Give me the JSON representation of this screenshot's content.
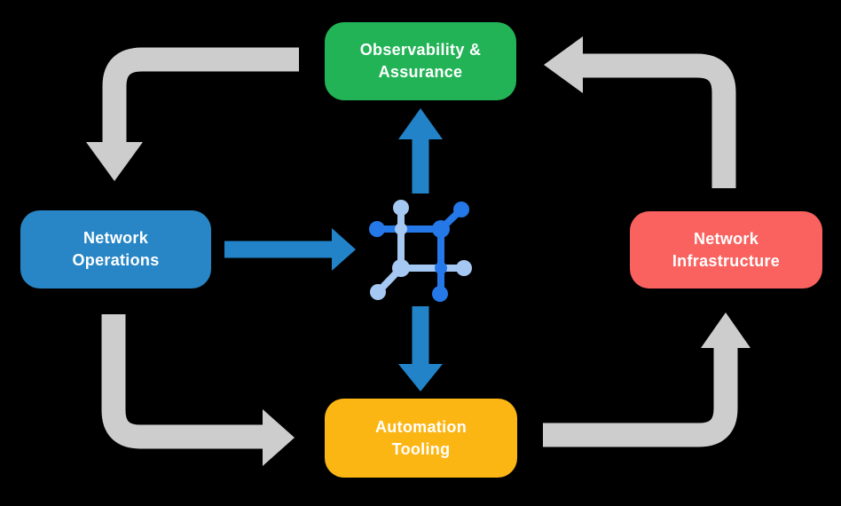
{
  "diagram": {
    "nodes": {
      "observability": {
        "label_line1": "Observability &",
        "label_line2": "Assurance",
        "color": "#22b357"
      },
      "operations": {
        "label_line1": "Network",
        "label_line2": "Operations",
        "color": "#2886c6"
      },
      "infrastructure": {
        "label_line1": "Network",
        "label_line2": "Infrastructure",
        "color": "#f9625e"
      },
      "automation": {
        "label_line1": "Automation",
        "label_line2": "Tooling",
        "color": "#fcb614"
      }
    },
    "edges": [
      {
        "from": "observability",
        "to": "operations",
        "style": "cycle"
      },
      {
        "from": "operations",
        "to": "automation",
        "style": "cycle"
      },
      {
        "from": "automation",
        "to": "infrastructure",
        "style": "cycle"
      },
      {
        "from": "infrastructure",
        "to": "observability",
        "style": "cycle"
      },
      {
        "from": "operations",
        "to": "network-icon",
        "style": "direct"
      },
      {
        "from": "network-icon",
        "to": "observability",
        "style": "direct"
      },
      {
        "from": "network-icon",
        "to": "automation",
        "style": "direct"
      }
    ],
    "icon": {
      "name": "network-controller-icon"
    },
    "colors": {
      "background": "#000000",
      "cycle_arrow": "#cdcdcd",
      "direct_arrow": "#2283c9",
      "icon_dark": "#2478e8",
      "icon_light": "#a5c8f3",
      "text": "#ffffff"
    }
  }
}
